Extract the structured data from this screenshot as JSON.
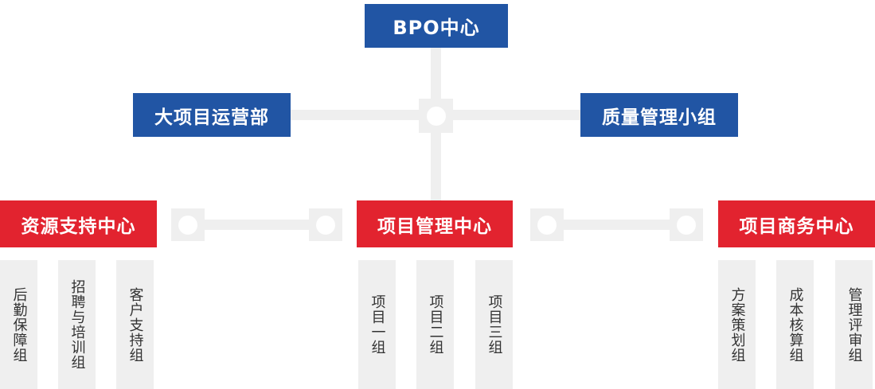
{
  "colors": {
    "blue": "#2155A4",
    "red": "#E2232F",
    "gray": "#EFEFEF",
    "text": "#333333",
    "white": "#FFFFFF"
  },
  "root": {
    "label": "BPO中心"
  },
  "level2": {
    "left": {
      "label": "大项目运营部"
    },
    "right": {
      "label": "质量管理小组"
    }
  },
  "centers": [
    {
      "label": "资源支持中心",
      "teams": [
        "后勤保障组",
        "招聘与培训组",
        "客户支持组"
      ]
    },
    {
      "label": "项目管理中心",
      "teams": [
        "项目一组",
        "项目二组",
        "项目三组"
      ]
    },
    {
      "label": "项目商务中心",
      "teams": [
        "方案策划组",
        "成本核算组",
        "管理评审组"
      ]
    }
  ]
}
